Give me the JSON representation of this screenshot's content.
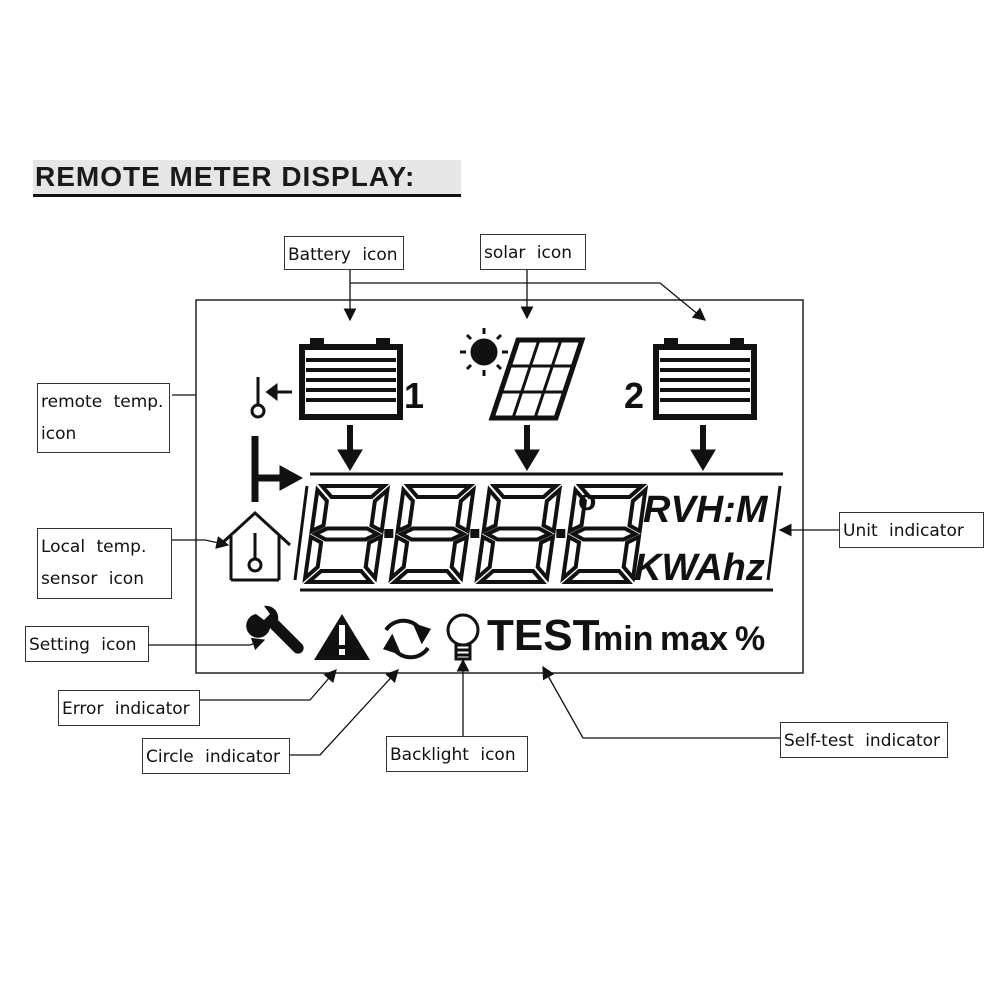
{
  "title": "REMOTE METER DISPLAY:",
  "callouts": {
    "battery": "Battery icon",
    "solar": "solar icon",
    "remote_temp": "remote temp. icon",
    "local_temp": "Local temp. sensor icon",
    "setting": "Setting icon",
    "error": "Error indicator",
    "circle": "Circle indicator",
    "backlight": "Backlight icon",
    "self_test": "Self-test indicator",
    "unit": "Unit indicator"
  },
  "lcd": {
    "battery1_number": "1",
    "battery2_number": "2",
    "digits": "8.8.8.8",
    "degree": "o",
    "units_top": "RVH:M",
    "units_bottom": "KWAhz",
    "test": "TEST",
    "min": "min",
    "max": "max",
    "percent": "%"
  },
  "colors": {
    "ink": "#111111",
    "background": "#ffffff",
    "title_bg": "#e6e6e6"
  }
}
